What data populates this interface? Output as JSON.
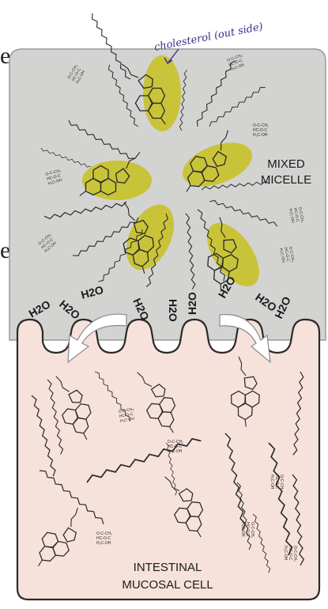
{
  "annotation": {
    "text": "cholesterol (out side)"
  },
  "micelle": {
    "label_line1": "MIXED",
    "label_line2": "MICELLE"
  },
  "cell": {
    "label_line1": "INTESTINAL",
    "label_line2": "MUCOSAL CELL"
  },
  "water_labels": [
    "H2O",
    "H2O",
    "H2O",
    "H2O",
    "H2O",
    "H2O",
    "H2O",
    "H2O",
    "H2O"
  ],
  "page_edge_glyphs": [
    "e",
    "e"
  ],
  "colors": {
    "micelle_bg": "#d3d3d1",
    "cell_bg": "#f7e1db",
    "cholesterol_highlight": "#c9c229",
    "outline": "#2a2a2a",
    "annotation_ink": "#3a2f8a",
    "arrow_fill": "#ffffff"
  }
}
